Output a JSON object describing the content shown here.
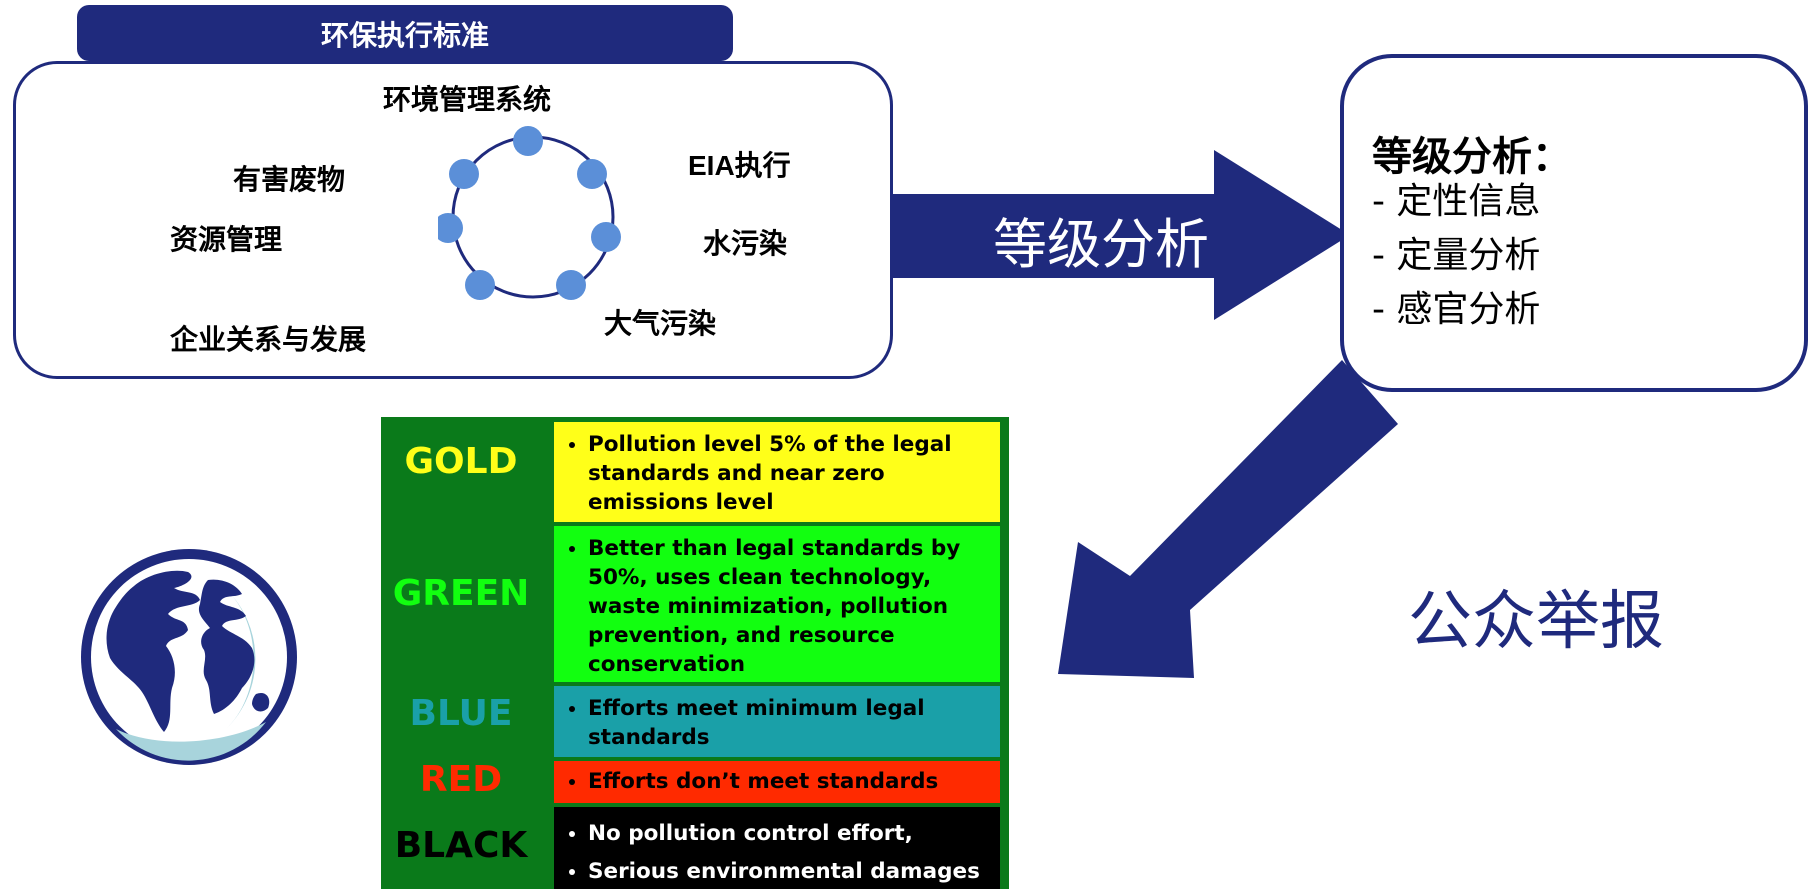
{
  "standards": {
    "tab_title": "环保执行标准",
    "topics": {
      "ems": "环境管理系统",
      "hazardous": "有害废物",
      "eia": "EIA执行",
      "resource": "资源管理",
      "water": "水污染",
      "relations": "企业关系与发展",
      "air": "大气污染"
    }
  },
  "arrow_label": "等级分析",
  "rating_box": {
    "title": "等级分析：",
    "items": [
      "- 定性信息",
      "- 定量分析",
      "- 感官分析"
    ]
  },
  "report_label": "公众举报",
  "colors": {
    "navy": "#1f2a7d",
    "dot": "#5b8fd8",
    "table_bg": "#0a7a1a",
    "gold": "#ffff19",
    "green": "#12ff10",
    "blue": "#1aa0a8",
    "red": "#ff2a00",
    "black": "#000000"
  },
  "tiers": [
    {
      "name": "GOLD",
      "name_color": "#ffff19",
      "bg": "#ffff19",
      "text_color": "#000000",
      "bullets": [
        "Pollution level 5% of the legal standards and near zero emissions level"
      ]
    },
    {
      "name": "GREEN",
      "name_color": "#12ff10",
      "bg": "#12ff10",
      "text_color": "#000000",
      "bullets": [
        "Better than legal standards by 50%, uses clean technology, waste minimization, pollution prevention, and resource conservation"
      ]
    },
    {
      "name": "BLUE",
      "name_color": "#1aa0a8",
      "bg": "#1aa0a8",
      "text_color": "#000000",
      "bullets": [
        "Efforts meet minimum legal standards"
      ]
    },
    {
      "name": "RED",
      "name_color": "#ff2a00",
      "bg": "#ff2a00",
      "text_color": "#000000",
      "bullets": [
        "Efforts don’t meet standards"
      ]
    },
    {
      "name": "BLACK",
      "name_color": "#000000",
      "bg": "#000000",
      "text_color": "#ffffff",
      "bullets": [
        "No pollution control effort,",
        "Serious environmental damages"
      ]
    }
  ]
}
